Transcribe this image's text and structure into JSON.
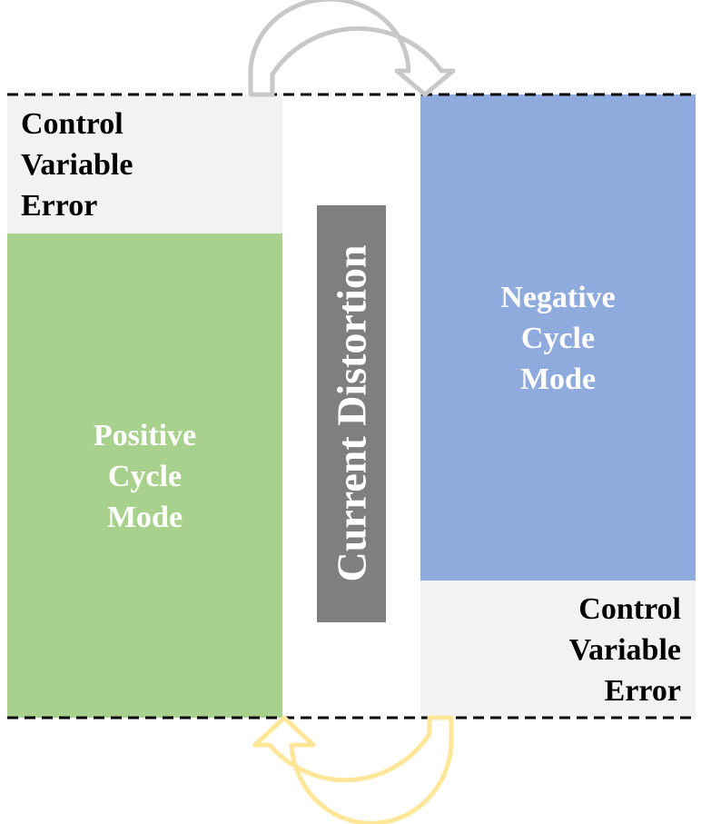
{
  "blocks": {
    "top_left": {
      "lines": [
        "Control",
        "Variable",
        "Error"
      ]
    },
    "positive": {
      "lines": [
        "Positive",
        "Cycle",
        "Mode"
      ]
    },
    "center": {
      "text": "Current Distortion"
    },
    "negative": {
      "lines": [
        "Negative",
        "Cycle",
        "Mode"
      ]
    },
    "bottom_right": {
      "lines": [
        "Control",
        "Variable",
        "Error"
      ]
    }
  },
  "colors": {
    "error_block": "#f2f2f2",
    "positive_block": "#a9d18e",
    "negative_block": "#8faadc",
    "distortion_bar": "#7f7f7f",
    "top_arrow": "#c8c8c8",
    "bottom_arrow": "#ffe699"
  },
  "icons": {
    "top": "curved-arrow-clockwise-icon",
    "bottom": "curved-arrow-return-icon"
  }
}
